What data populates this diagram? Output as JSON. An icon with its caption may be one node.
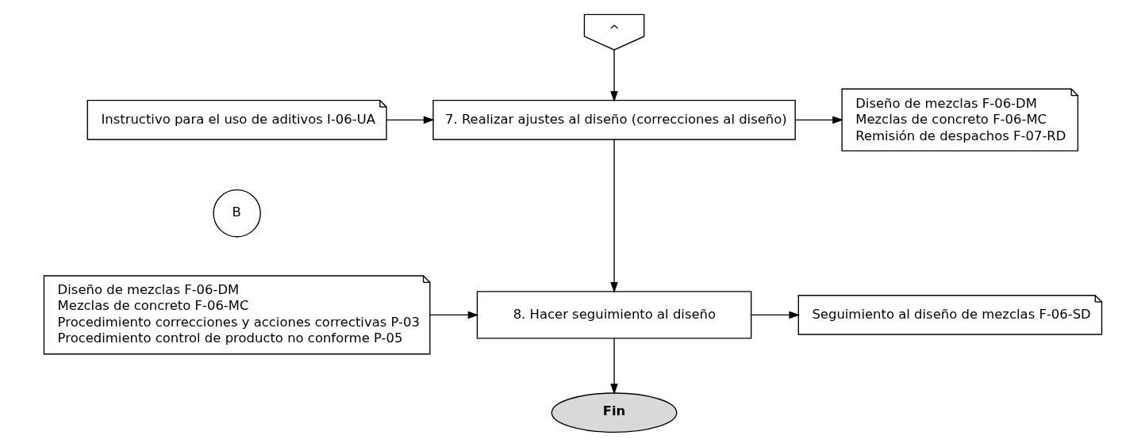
{
  "diagram": {
    "nodes": [
      {
        "text": [
          "^"
        ]
      },
      {
        "text": [
          "Instructivo para el uso de aditivos I-06-UA"
        ]
      },
      {
        "text": [
          "7. Realizar ajustes al diseño (correcciones al diseño)"
        ]
      },
      {
        "text": [
          "Diseño de mezclas F-06-DM",
          "Mezclas de concreto F-06-MC",
          "Remisión de despachos F-07-RD"
        ]
      },
      {
        "text": [
          "B"
        ]
      },
      {
        "text": [
          "Diseño de mezclas F-06-DM",
          "Mezclas de concreto F-06-MC",
          "Procedimiento correcciones y acciones correctivas P-03",
          "Procedimiento control de producto no conforme P-05"
        ]
      },
      {
        "text": [
          "8. Hacer seguimiento al diseño"
        ]
      },
      {
        "text": [
          "Seguimiento al diseño de mezclas F-06-SD"
        ]
      },
      {
        "text": [
          "Fin"
        ]
      }
    ],
    "edges": [
      {
        "from": 0,
        "to": 2,
        "arrow": "to"
      },
      {
        "from": 1,
        "to": 2,
        "arrow": "to"
      },
      {
        "from": 2,
        "to": 3,
        "arrow": "to"
      },
      {
        "from": 2,
        "to": 6,
        "arrow": "to"
      },
      {
        "from": 5,
        "to": 6,
        "arrow": "to"
      },
      {
        "from": 6,
        "to": 7,
        "arrow": "to"
      },
      {
        "from": 6,
        "to": 8,
        "arrow": "to"
      }
    ]
  }
}
